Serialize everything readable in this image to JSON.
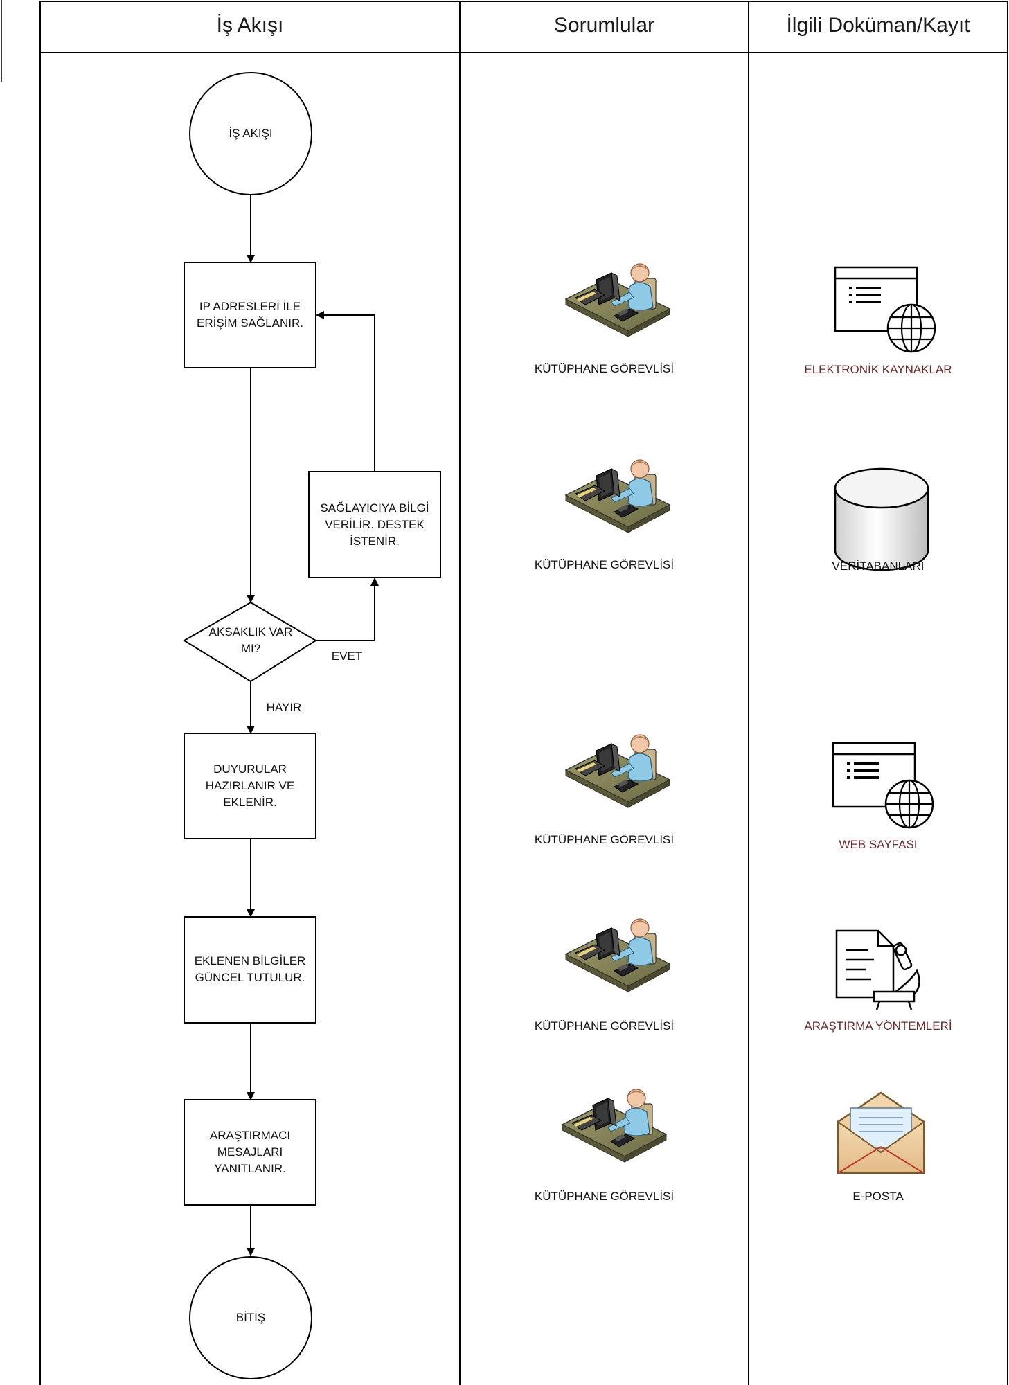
{
  "headers": {
    "flow": "İş Akışı",
    "responsible": "Sorumlular",
    "docs": "İlgili Doküman/Kayıt"
  },
  "nodes": {
    "start": "İŞ AKIŞI",
    "step1": "IP ADRESLERİ İLE ERİŞİM SAĞLANIR.",
    "step_side": "SAĞLAYICIYA BİLGİ VERİLİR. DESTEK İSTENİR.",
    "decision": "AKSAKLIK VAR MI?",
    "step2": "DUYURULAR HAZIRLANIR VE EKLENİR.",
    "step3": "EKLENEN BİLGİLER GÜNCEL TUTULUR.",
    "step4": "ARAŞTIRMACI MESAJLARI YANITLANIR.",
    "end": "BİTİŞ"
  },
  "edge_labels": {
    "yes": "EVET",
    "no": "HAYIR"
  },
  "responsibles": [
    "KÜTÜPHANE GÖREVLİSİ",
    "KÜTÜPHANE GÖREVLİSİ",
    "KÜTÜPHANE GÖREVLİSİ",
    "KÜTÜPHANE GÖREVLİSİ",
    "KÜTÜPHANE GÖREVLİSİ"
  ],
  "documents": [
    {
      "label": "ELEKTRONİK KAYNAKLAR",
      "icon": "web-page-globe-icon",
      "color": "#6b2a2a"
    },
    {
      "label": "VERİTABANLARI",
      "icon": "database-cylinder-icon",
      "color": "#111111"
    },
    {
      "label": "WEB SAYFASI",
      "icon": "web-page-globe-icon",
      "color": "#6b2a2a"
    },
    {
      "label": "ARAŞTIRMA YÖNTEMLERİ",
      "icon": "research-document-microscope-icon",
      "color": "#6b2a2a"
    },
    {
      "label": "E-POSTA",
      "icon": "envelope-icon",
      "color": "#111111"
    }
  ]
}
